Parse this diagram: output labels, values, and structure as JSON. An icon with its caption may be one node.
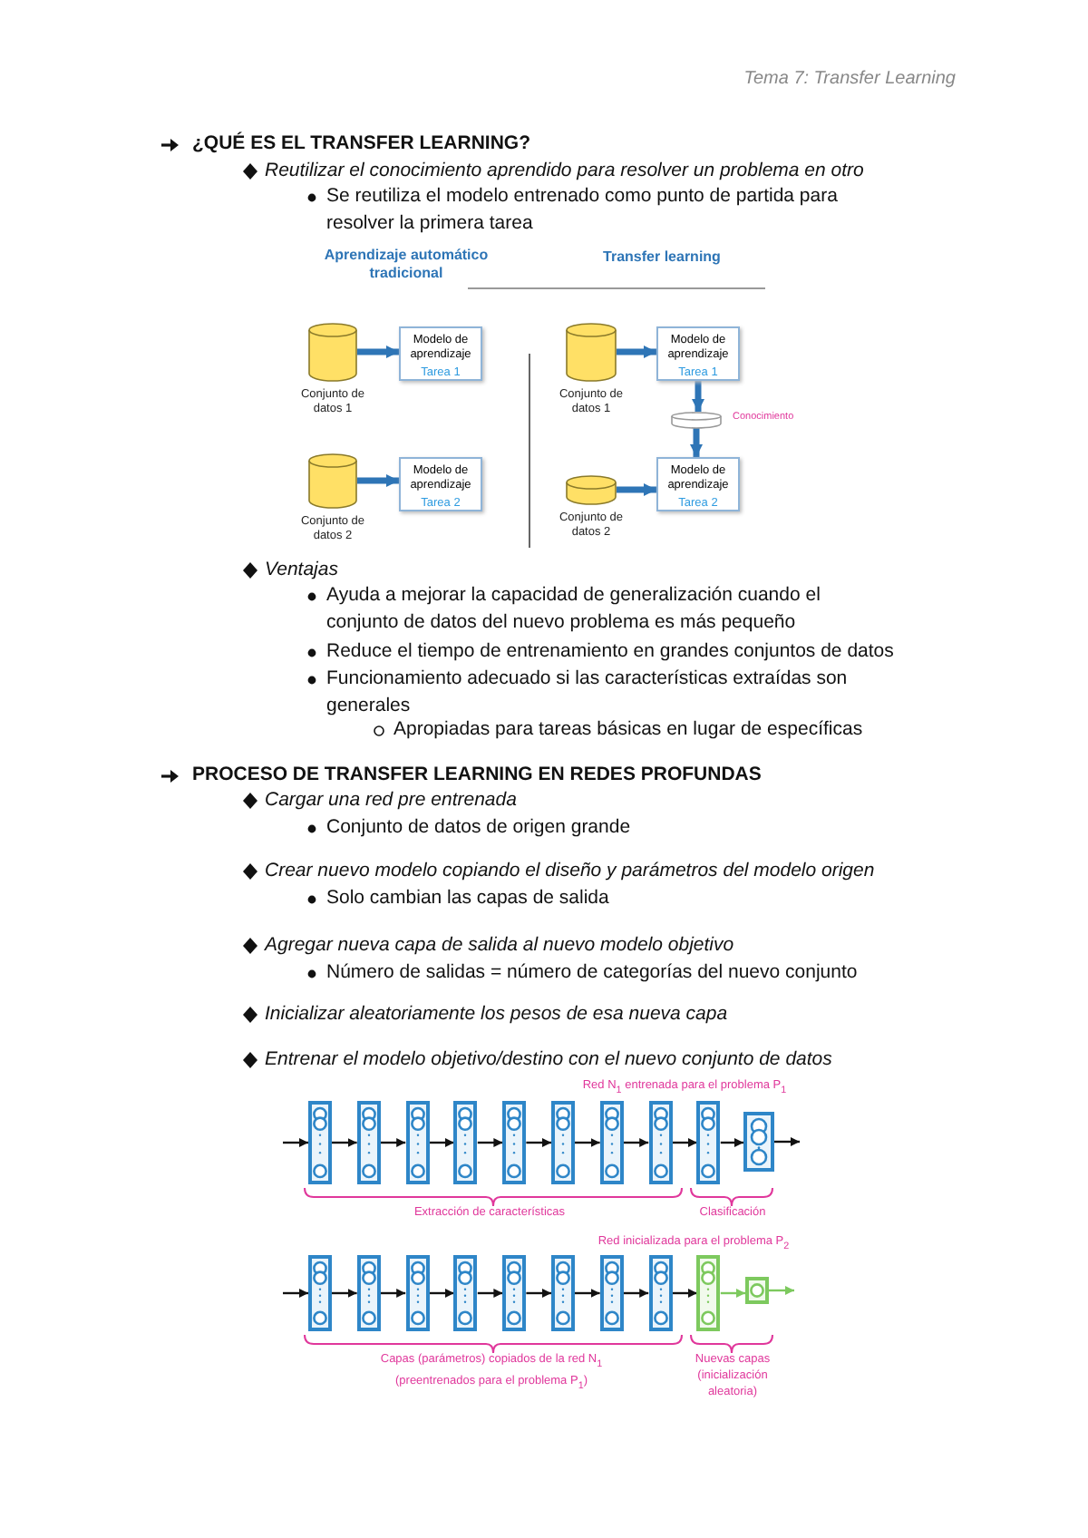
{
  "diagram": {
    "nodes": [
      {
        "text": [],
        "shape": "cylinder",
        "beside": [
          "Conjunto de datos 1"
        ]
      },
      {
        "text": [
          "Modelo de aprendizaje",
          "Tarea 1"
        ]
      },
      {
        "text": [],
        "shape": "cylinder",
        "beside": [
          "Conjunto de datos 2"
        ]
      },
      {
        "text": [
          "Modelo de aprendizaje",
          "Tarea 2"
        ]
      },
      {
        "text": [],
        "shape": "cylinder",
        "beside": [
          "Conjunto de datos 1"
        ]
      },
      {
        "text": [
          "Modelo de aprendizaje",
          "Tarea 1"
        ]
      },
      {
        "text": [],
        "shape": "cylinder",
        "beside": [
          "Conocimiento"
        ]
      },
      {
        "text": [],
        "shape": "cylinder",
        "beside": [
          "Conjunto de datos 2"
        ]
      },
      {
        "text": [
          "Modelo de aprendizaje",
          "Tarea 2"
        ]
      },
      {
        "text": [],
        "shape": "box"
      },
      {
        "text": [],
        "shape": "box"
      },
      {
        "text": [],
        "shape": "box"
      },
      {
        "text": [],
        "shape": "box"
      },
      {
        "text": [],
        "shape": "box"
      },
      {
        "text": [],
        "shape": "box"
      },
      {
        "text": [],
        "shape": "box"
      },
      {
        "text": [],
        "shape": "box"
      },
      {
        "text": [],
        "shape": "box"
      },
      {
        "text": [],
        "shape": "box"
      },
      {
        "text": [],
        "shape": "box"
      },
      {
        "text": [],
        "shape": "box"
      },
      {
        "text": [],
        "shape": "box"
      },
      {
        "text": [],
        "shape": "box"
      },
      {
        "text": [],
        "shape": "box"
      },
      {
        "text": [],
        "shape": "box"
      },
      {
        "text": [],
        "shape": "box"
      },
      {
        "text": [],
        "shape": "box"
      },
      {
        "text": [],
        "shape": "box"
      },
      {
        "text": [],
        "shape": "box"
      }
    ],
    "edges": [
      {
        "from": 0,
        "to": 1,
        "arrow": "to",
        "style": "thick",
        "color": "#2e75b6"
      },
      {
        "from": 2,
        "to": 3,
        "arrow": "to",
        "style": "thick",
        "color": "#2e75b6"
      },
      {
        "from": 4,
        "to": 5,
        "arrow": "to",
        "style": "thick",
        "color": "#2e75b6"
      },
      {
        "from": 5,
        "to": 6,
        "arrow": "to",
        "style": "thick",
        "color": "#2e75b6"
      },
      {
        "from": 6,
        "to": 8,
        "arrow": "to",
        "style": "thick",
        "color": "#2e75b6"
      },
      {
        "from": 7,
        "to": 8,
        "arrow": "to",
        "style": "thick",
        "color": "#2e75b6"
      },
      {
        "from": null,
        "to": 9,
        "arrow": "to"
      },
      {
        "from": 9,
        "to": 10,
        "arrow": "to"
      },
      {
        "from": 10,
        "to": 11,
        "arrow": "to"
      },
      {
        "from": 11,
        "to": 12,
        "arrow": "to"
      },
      {
        "from": 12,
        "to": 13,
        "arrow": "to"
      },
      {
        "from": 13,
        "to": 14,
        "arrow": "to"
      },
      {
        "from": 14,
        "to": 15,
        "arrow": "to"
      },
      {
        "from": 15,
        "to": 16,
        "arrow": "to"
      },
      {
        "from": 16,
        "to": 17,
        "arrow": "to"
      },
      {
        "from": 17,
        "to": 18,
        "arrow": "to"
      },
      {
        "from": 18,
        "to": null,
        "arrow": "to"
      },
      {
        "from": null,
        "to": 19,
        "arrow": "to"
      },
      {
        "from": 19,
        "to": 20,
        "arrow": "to"
      },
      {
        "from": 20,
        "to": 21,
        "arrow": "to"
      },
      {
        "from": 21,
        "to": 22,
        "arrow": "to"
      },
      {
        "from": 22,
        "to": 23,
        "arrow": "to"
      },
      {
        "from": 23,
        "to": 24,
        "arrow": "to"
      },
      {
        "from": 24,
        "to": 25,
        "arrow": "to"
      },
      {
        "from": 25,
        "to": 26,
        "arrow": "to"
      },
      {
        "from": 26,
        "to": 27,
        "arrow": "to"
      },
      {
        "from": 27,
        "to": 28,
        "arrow": "to",
        "color": "#7dc95e"
      },
      {
        "from": 28,
        "to": null,
        "arrow": "to",
        "color": "#7dc95e"
      }
    ],
    "labels": [
      "Tema 7: Transfer Learning",
      "¿QUÉ ES EL TRANSFER LEARNING?",
      "Reutilizar el conocimiento aprendido para resolver un problema en otro",
      "Se reutiliza el modelo entrenado como punto de partida para resolver la primera tarea",
      "Aprendizaje automático tradicional",
      "Transfer learning",
      "Ventajas",
      "Ayuda a mejorar la capacidad de generalización cuando el conjunto de datos del nuevo problema es más pequeño",
      "Reduce el tiempo de entrenamiento en grandes conjuntos de datos",
      "Funcionamiento adecuado si las características extraídas son generales",
      "Apropiadas para tareas básicas en lugar de específicas",
      "PROCESO DE TRANSFER LEARNING EN REDES PROFUNDAS",
      "Cargar una red pre entrenada",
      "Conjunto de datos de origen grande",
      "Crear nuevo modelo copiando el diseño y parámetros del modelo origen",
      "Solo cambian las capas de salida",
      "Agregar nueva capa de salida al nuevo modelo objetivo",
      "Número de salidas = número de categorías del nuevo conjunto",
      "Inicializar aleatoriamente los pesos de esa nueva capa",
      "Entrenar el modelo objetivo/destino con el nuevo conjunto de datos",
      "Red N$_{1}$ entrenada para el problema P$_{1}$",
      "Extracción de características",
      "Clasificación",
      "Red inicializada para el problema P$_{2}$",
      "Capas (parámetros) copiados de la red N$_{1}$ (preentrenados para el problema P$_{1}$)",
      "Nuevas capas (inicialización aleatoria)"
    ]
  }
}
